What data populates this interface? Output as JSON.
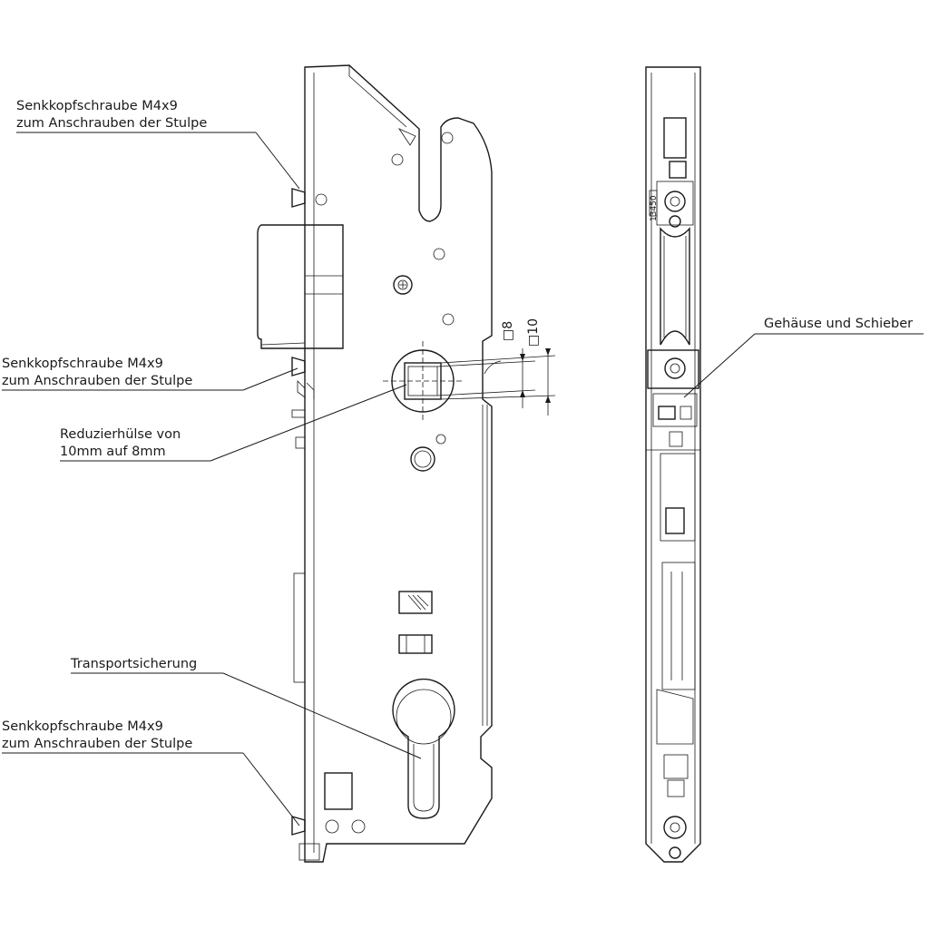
{
  "annotations": {
    "screw_top": {
      "line1": "Senkkopfschraube M4x9",
      "line2": "zum Anschrauben der Stulpe"
    },
    "screw_middle": {
      "line1": "Senkkopfschraube M4x9",
      "line2": "zum Anschrauben der Stulpe"
    },
    "reducer": {
      "line1": "Reduzierhülse von",
      "line2": "10mm auf 8mm"
    },
    "transport": {
      "line1": "Transportsicherung"
    },
    "screw_bottom": {
      "line1": "Senkkopfschraube M4x9",
      "line2": "zum Anschrauben der Stulpe"
    },
    "housing": {
      "line1": "Gehäuse und Schieber"
    }
  },
  "dimensions": {
    "square_8": "□8",
    "square_10": "□10"
  },
  "part_markings": {
    "side_code": "13450"
  }
}
